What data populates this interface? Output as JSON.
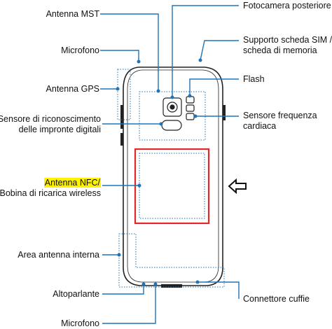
{
  "labels": {
    "antenna_mst": "Antenna MST",
    "microfono_top": "Microfono",
    "antenna_gps": "Antenna GPS",
    "fingerprint_line1": "Sensore di riconoscimento",
    "fingerprint_line2": "delle impronte digitali",
    "nfc_line1": "Antenna NFC/",
    "nfc_line2": "Bobina di ricarica wireless",
    "internal_antenna": "Area antenna interna",
    "speaker": "Altoparlante",
    "microfono_bottom": "Microfono",
    "rear_camera": "Fotocamera posteriore",
    "sim_line1": "Supporto scheda SIM /",
    "sim_line2": "scheda di memoria",
    "flash": "Flash",
    "heart_line1": "Sensore frequenza",
    "heart_line2": "cardiaca",
    "headphone": "Connettore cuffie"
  },
  "colors": {
    "callout": "#1f73b7",
    "highlight_box": "#e32626",
    "label_highlight": "#fff200",
    "device_outline": "#222222"
  },
  "icons": {
    "arrow": "left-arrow-icon"
  }
}
